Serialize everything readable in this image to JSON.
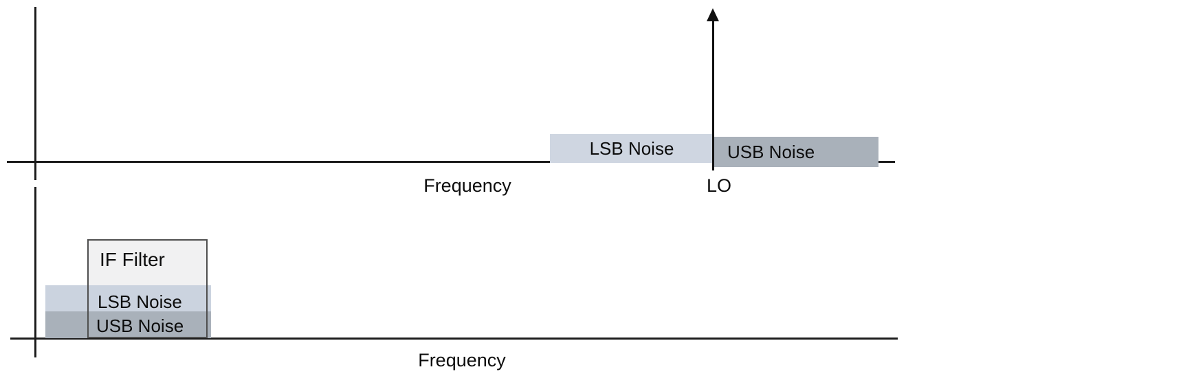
{
  "colors": {
    "lsb_noise": "#cfd6e1",
    "usb_noise": "#a9b1ba",
    "if_filter_fill": "#f1f1f2",
    "if_filter_border": "#4f4f4f",
    "axis": "#1c1c1c",
    "text": "#0d0d0d"
  },
  "top_plot": {
    "lsb_bar_label": "LSB Noise",
    "usb_bar_label": "USB Noise",
    "x_axis_label": "Frequency",
    "lo_marker_label": "LO"
  },
  "bottom_plot": {
    "if_filter_label": "IF Filter",
    "lsb_band_label": "LSB Noise",
    "usb_band_label": "USB Noise",
    "x_axis_label": "Frequency"
  }
}
